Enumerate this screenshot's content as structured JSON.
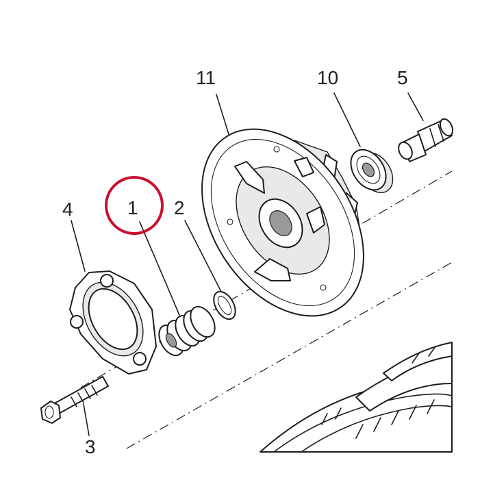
{
  "callouts": {
    "c1": "1",
    "c2": "2",
    "c3": "3",
    "c4": "4",
    "c5": "5",
    "c10": "10",
    "c11": "11"
  },
  "highlight": {
    "target_callout": "1",
    "color": "#c8102e"
  },
  "colors": {
    "line": "#1c1c1c",
    "background": "#ffffff"
  }
}
